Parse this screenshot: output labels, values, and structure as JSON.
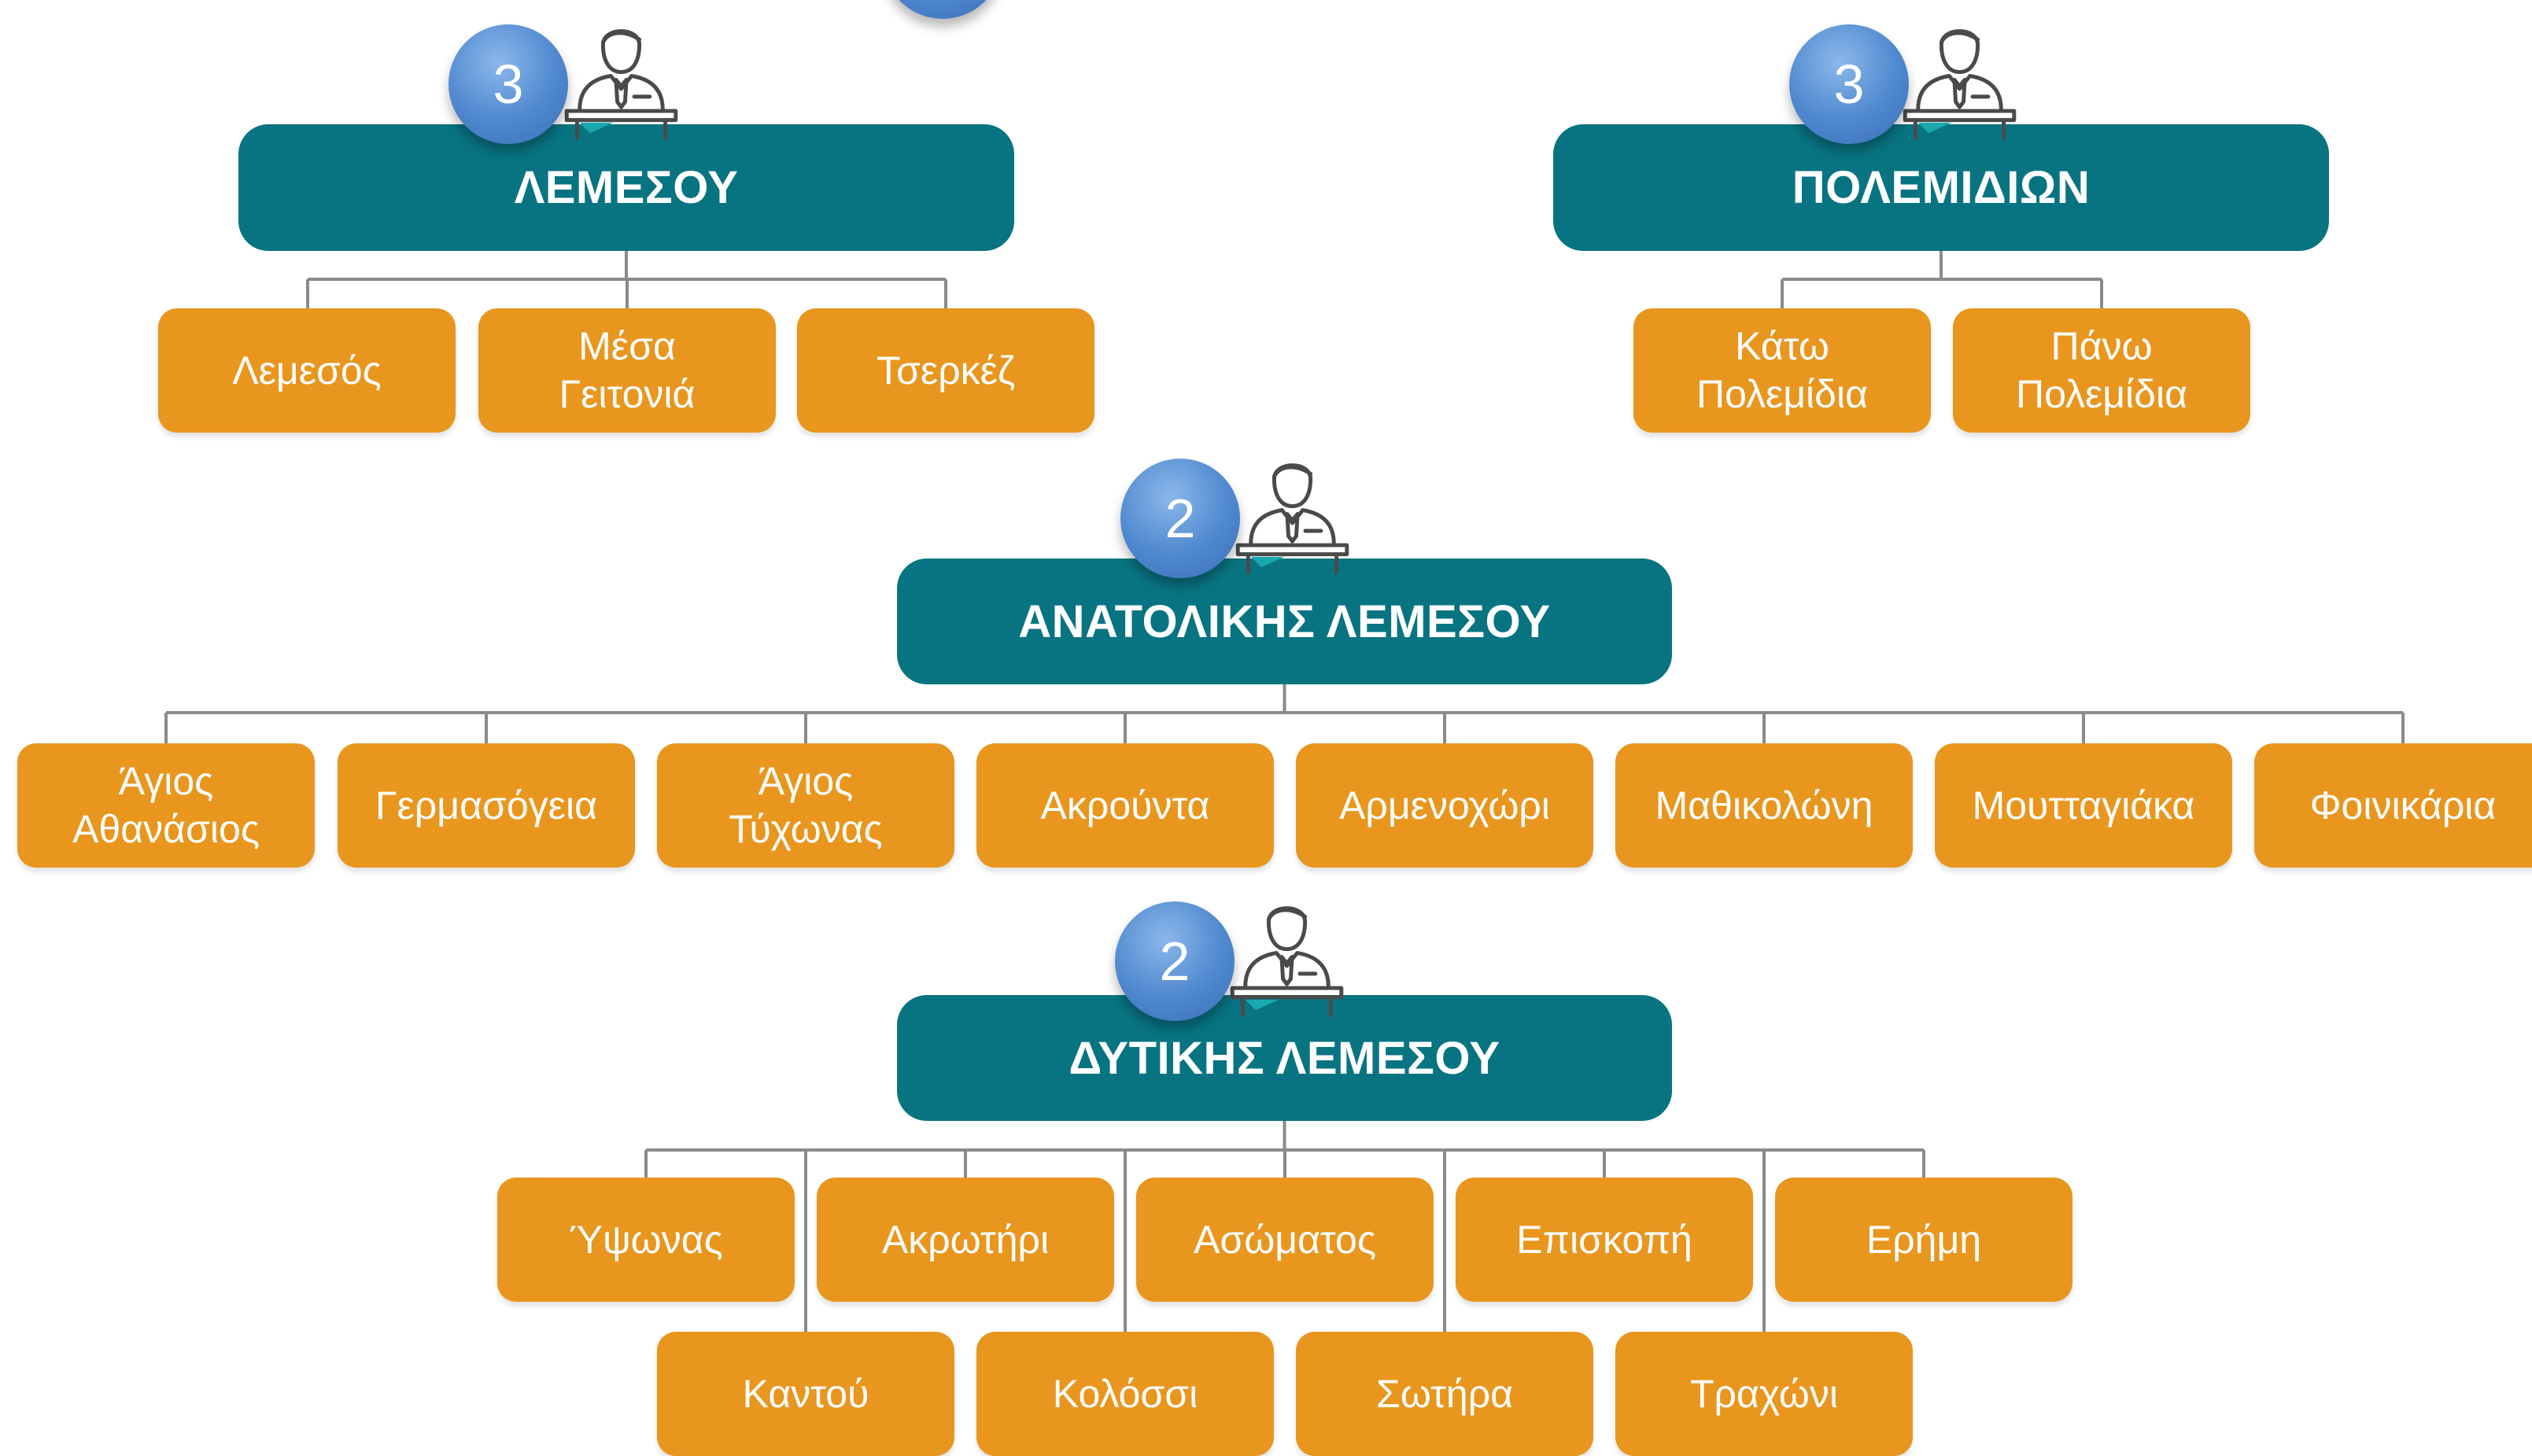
{
  "colors": {
    "group": "#087482",
    "leaf": "#e8961e",
    "badge": "#4f88cf",
    "connector": "#8a8a8a"
  },
  "icons": {
    "representative": "person-at-desk-icon"
  },
  "groups": [
    {
      "id": "lemesou",
      "title": "ΛΕΜΕΣΟΥ",
      "badge": "3",
      "members": [
        {
          "text": "Λεμεσός"
        },
        {
          "text": "Μέσα\nΓειτονιά"
        },
        {
          "text": "Τσερκέζ"
        }
      ]
    },
    {
      "id": "polemidion",
      "title": "ΠΟΛΕΜΙΔΙΩΝ",
      "badge": "3",
      "members": [
        {
          "text": "Κάτω\nΠολεμίδια"
        },
        {
          "text": "Πάνω\nΠολεμίδια"
        }
      ]
    },
    {
      "id": "anatolikis",
      "title": "ΑΝΑΤΟΛΙΚΗΣ ΛΕΜΕΣΟΥ",
      "badge": "2",
      "members": [
        {
          "text": "Άγιος\nΑθανάσιος"
        },
        {
          "text": "Γερμασόγεια"
        },
        {
          "text": "Άγιος\nΤύχωνας"
        },
        {
          "text": "Ακρούντα"
        },
        {
          "text": "Αρμενοχώρι"
        },
        {
          "text": "Μαθικολώνη"
        },
        {
          "text": "Μουτταγιάκα"
        },
        {
          "text": "Φοινικάρια"
        }
      ]
    },
    {
      "id": "dytikis",
      "title": "ΔΥΤΙΚΗΣ ΛΕΜΕΣΟΥ",
      "badge": "2",
      "members": [
        {
          "text": "Ύψωνας"
        },
        {
          "text": "Ακρωτήρι"
        },
        {
          "text": "Ασώματος"
        },
        {
          "text": "Επισκοπή"
        },
        {
          "text": "Ερήμη"
        },
        {
          "text": "Καντού"
        },
        {
          "text": "Κολόσσι"
        },
        {
          "text": "Σωτήρα"
        },
        {
          "text": "Τραχώνι"
        }
      ]
    }
  ]
}
